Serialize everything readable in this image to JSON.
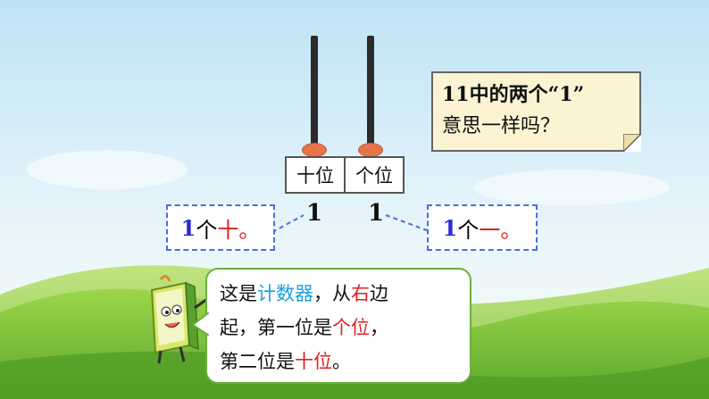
{
  "abacus": {
    "labels": [
      "十位",
      "个位"
    ],
    "digits": [
      "1",
      "1"
    ]
  },
  "callouts": {
    "left": {
      "num": "1",
      "unit1": "个",
      "unit2": "十",
      "end": "。"
    },
    "right": {
      "num": "1",
      "unit1": "个",
      "unit2": "一",
      "end": "。"
    }
  },
  "note": {
    "line1": "11中的两个“1”",
    "line2": "意思一样吗？"
  },
  "bubble": {
    "l1a": "这是",
    "l1b": "计数器",
    "l1c": "，从",
    "l1d": "右",
    "l1e": "边",
    "l2a": "起，第一位是",
    "l2b": "个位",
    "l2c": "，",
    "l3a": "第二位是",
    "l3b": "十位",
    "l3c": "。"
  },
  "colors": {
    "sky": "#cfe9f6",
    "grass": "#7cc33a",
    "bead": "#e8744a",
    "dash": "#4a6ee0"
  }
}
